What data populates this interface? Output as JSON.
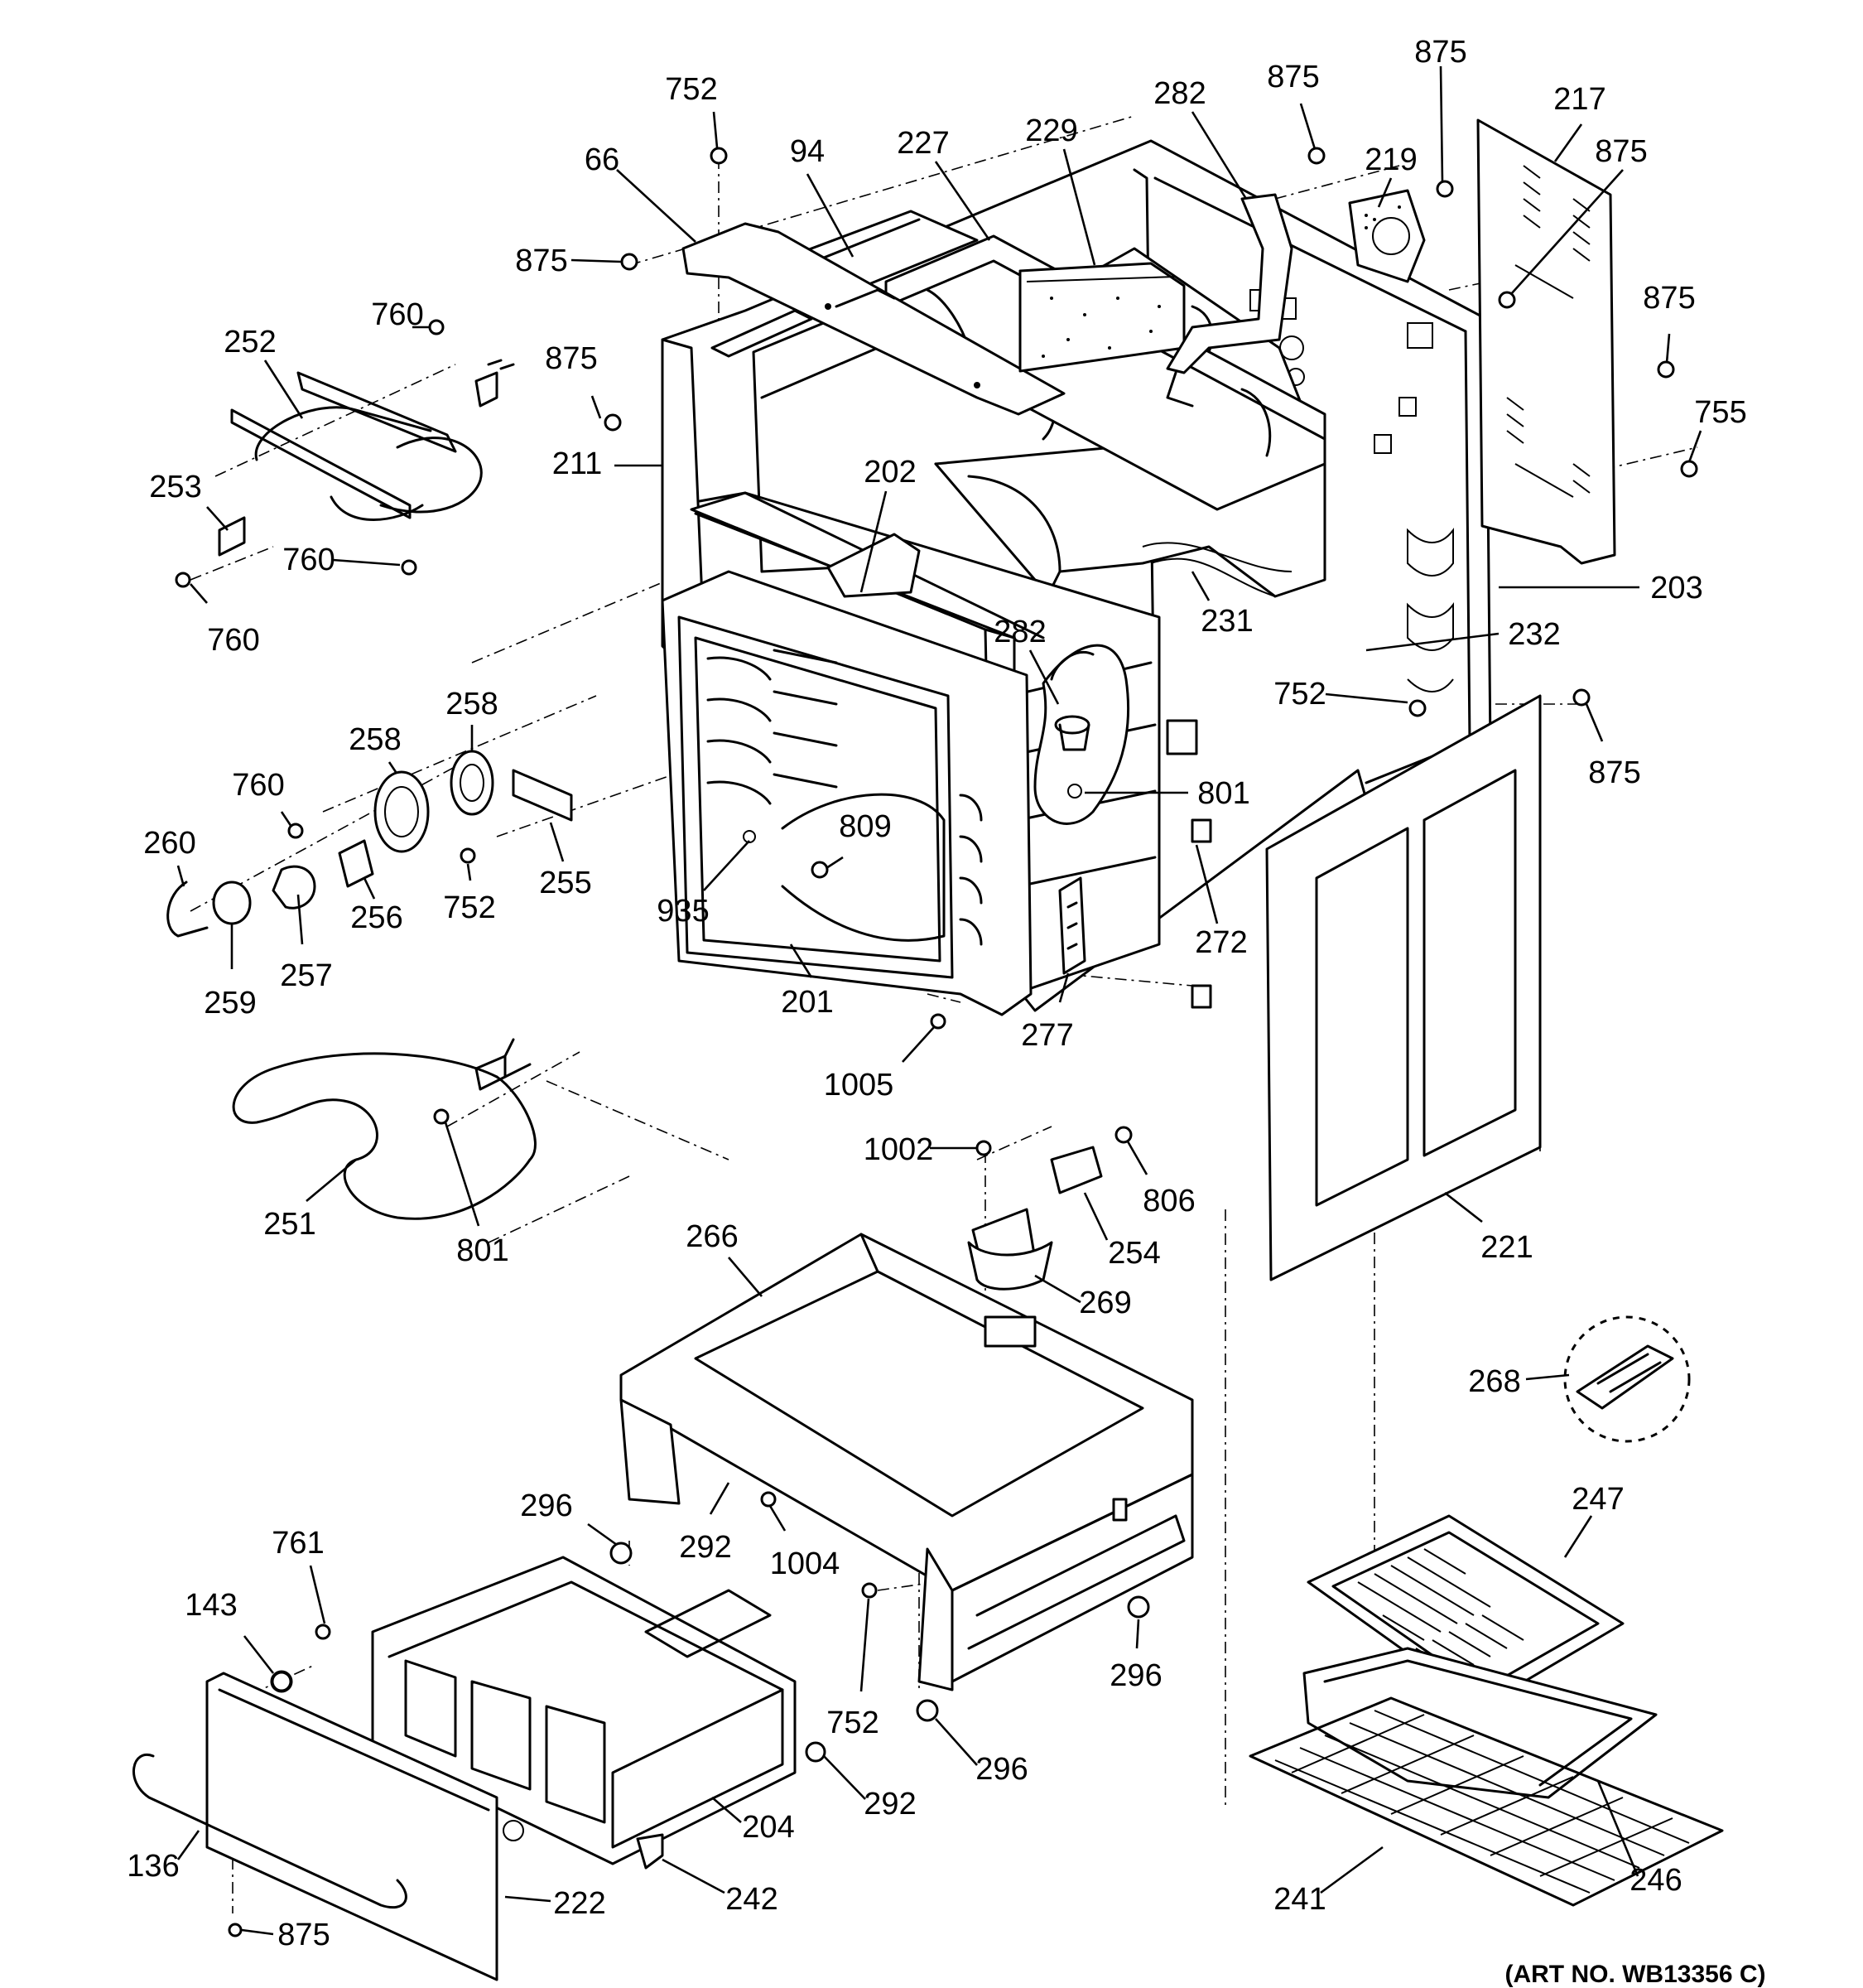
{
  "art_number": "(ART NO. WB13356 C)",
  "labels": {
    "p752a": "752",
    "p94": "94",
    "p227": "227",
    "p229": "229",
    "p282a": "282",
    "p875a": "875",
    "p875b": "875",
    "p219": "219",
    "p217": "217",
    "p875c": "875",
    "p66": "66",
    "p875d": "875",
    "p760a": "760",
    "p252": "252",
    "p875e": "875",
    "p875f": "875",
    "p755": "755",
    "p211": "211",
    "p253": "253",
    "p202": "202",
    "p760b": "760",
    "p760c": "760",
    "p203": "203",
    "p231": "231",
    "p232": "232",
    "p282b": "282",
    "p258a": "258",
    "p258b": "258",
    "p752b": "752",
    "p875g": "875",
    "p760d": "760",
    "p801a": "801",
    "p809": "809",
    "p260": "260",
    "p256": "256",
    "p255": "255",
    "p752c": "752",
    "p935": "935",
    "p272": "272",
    "p257": "257",
    "p259": "259",
    "p201": "201",
    "p277": "277",
    "p1005": "1005",
    "p1002": "1002",
    "p806": "806",
    "p251": "251",
    "p801b": "801",
    "p266": "266",
    "p254": "254",
    "p221": "221",
    "p269": "269",
    "p268": "268",
    "p296a": "296",
    "p292a": "292",
    "p1004": "1004",
    "p247": "247",
    "p761": "761",
    "p143": "143",
    "p752d": "752",
    "p296b": "296",
    "p296c": "296",
    "p292b": "292",
    "p204": "204",
    "p136": "136",
    "p242": "242",
    "p241": "241",
    "p246": "246",
    "p222": "222",
    "p875h": "875"
  }
}
